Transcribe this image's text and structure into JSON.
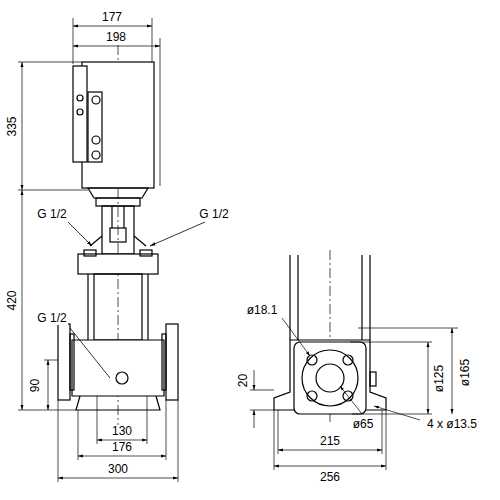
{
  "diagram": {
    "labels": [
      "177",
      "198",
      "335",
      "420",
      "G 1/2",
      "G 1/2",
      "G 1/2",
      "90",
      "130",
      "176",
      "300",
      "ø18.1",
      "20",
      "ø125",
      "ø165",
      "215",
      "ø65",
      "4 x ø13.5",
      "256"
    ]
  }
}
